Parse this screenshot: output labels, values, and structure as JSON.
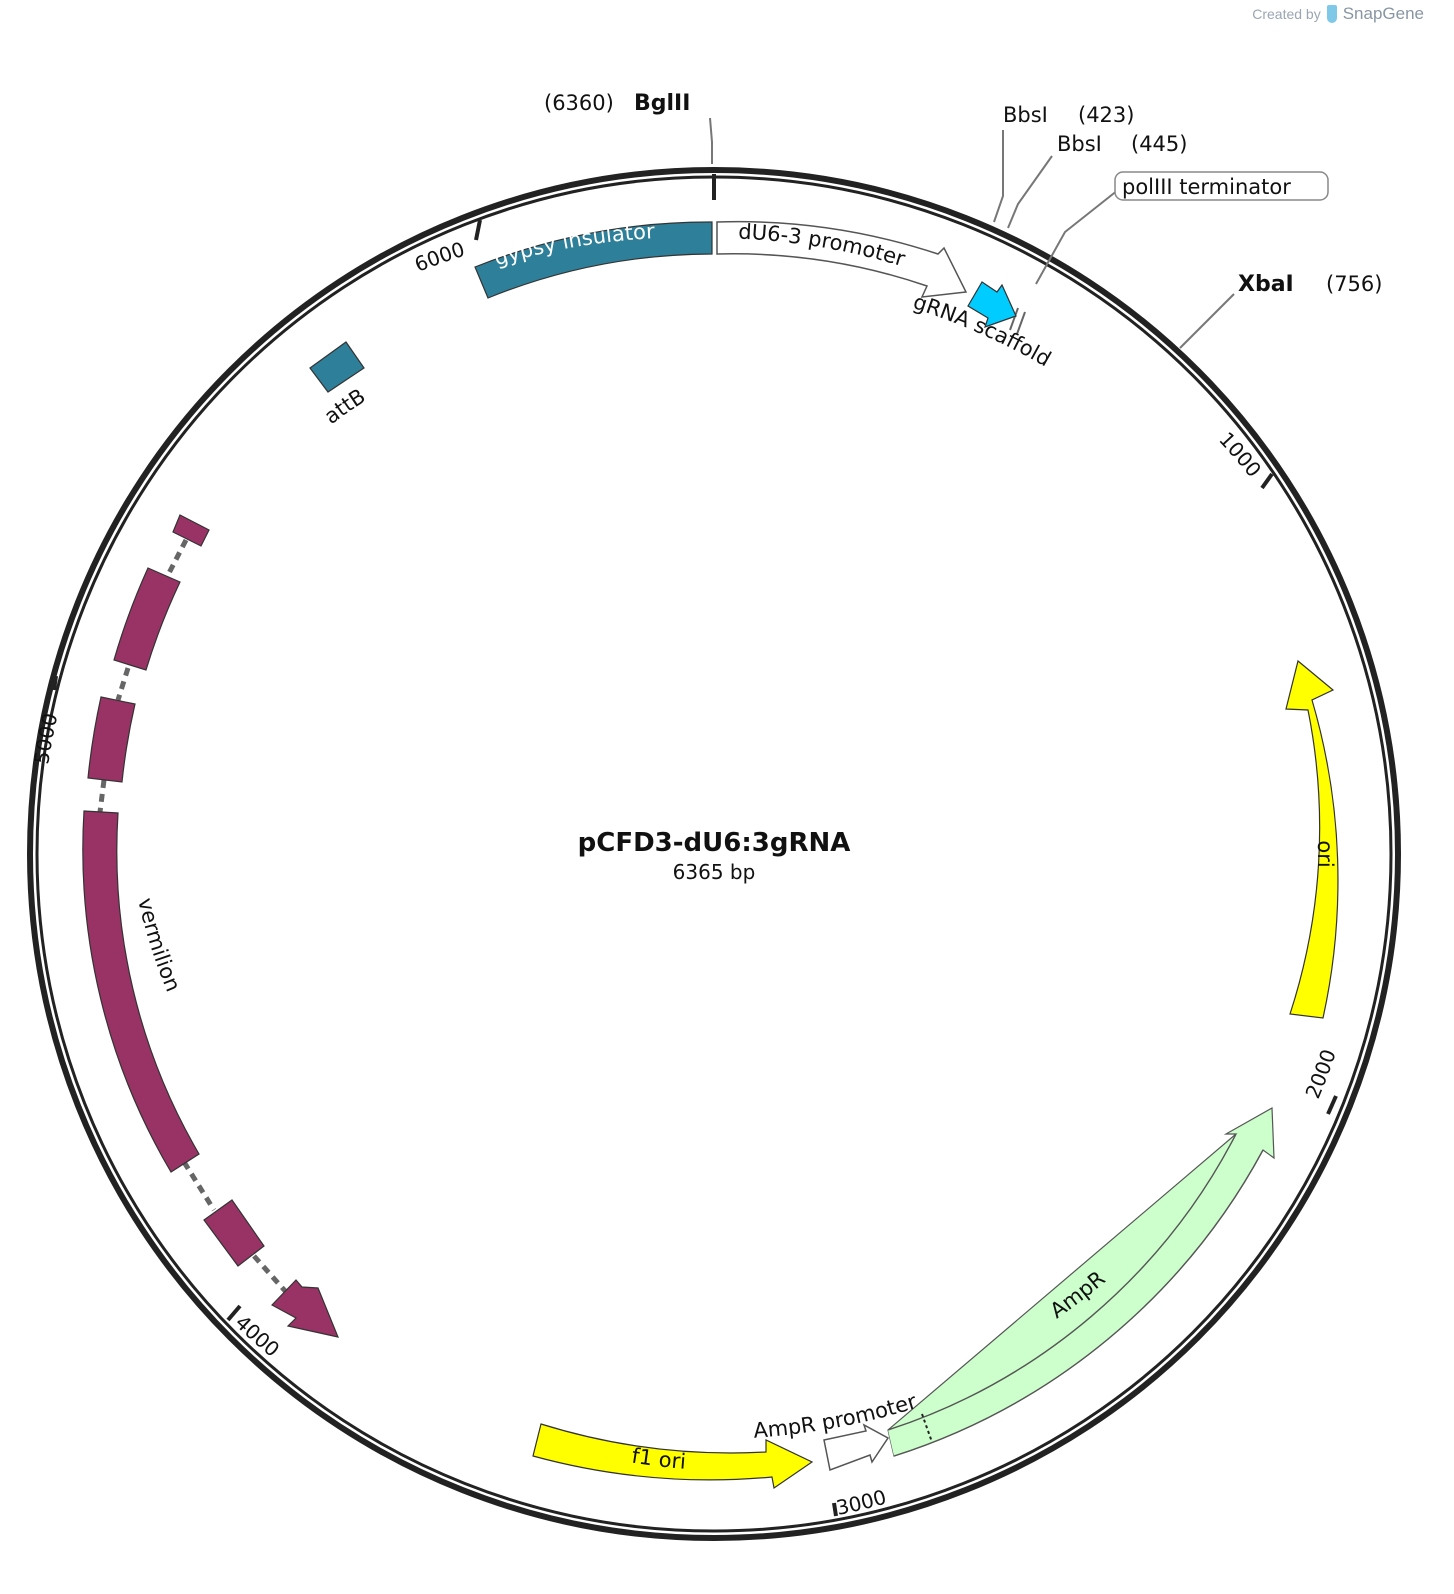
{
  "credit": {
    "prefix": "Created by",
    "brand": "SnapGene",
    "logo_icon": "snapgene-logo-icon",
    "color": "#9aa6b2"
  },
  "plasmid": {
    "name": "pCFD3-dU6:3gRNA",
    "length_label": "6365 bp",
    "length": 6365
  },
  "ticks": [
    {
      "bp": 1000,
      "label": "1000"
    },
    {
      "bp": 2000,
      "label": "2000"
    },
    {
      "bp": 3000,
      "label": "3000"
    },
    {
      "bp": 4000,
      "label": "4000"
    },
    {
      "bp": 5000,
      "label": "5000"
    },
    {
      "bp": 6000,
      "label": "6000"
    }
  ],
  "sites": [
    {
      "name": "BglII",
      "pos_label": "(6360)",
      "bold": true
    },
    {
      "name": "BbsI",
      "pos_label": "(423)",
      "bold": false
    },
    {
      "name": "BbsI",
      "pos_label": "(445)",
      "bold": false
    },
    {
      "name": "XbaI",
      "pos_label": "(756)",
      "bold": true
    }
  ],
  "features": [
    {
      "id": "gypsy",
      "label": "gypsy insulator",
      "color": "#2e7f99"
    },
    {
      "id": "du6",
      "label": "dU6-3 promoter",
      "color": "#ffffff"
    },
    {
      "id": "grna",
      "label": "gRNA scaffold",
      "color": "#00ccff"
    },
    {
      "id": "pol3",
      "label": "polIII terminator",
      "color": "#ffffff"
    },
    {
      "id": "attb",
      "label": "attB",
      "color": "#2e7f99"
    },
    {
      "id": "vermilion",
      "label": "vermilion",
      "color": "#993366"
    },
    {
      "id": "ori",
      "label": "ori",
      "color": "#ffff00"
    },
    {
      "id": "ampr",
      "label": "AmpR",
      "color": "#ccffcc"
    },
    {
      "id": "amprp",
      "label": "AmpR promoter",
      "color": "#ffffff"
    },
    {
      "id": "f1",
      "label": "f1 ori",
      "color": "#ffff00"
    }
  ]
}
